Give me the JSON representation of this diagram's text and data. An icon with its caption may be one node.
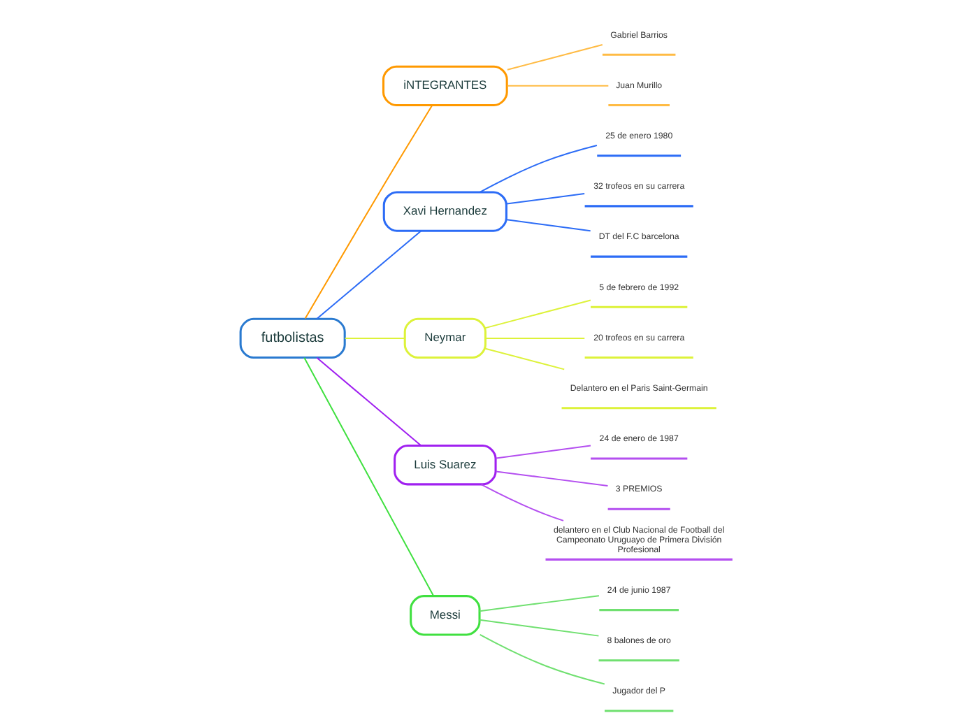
{
  "diagram": {
    "nodes": [
      {
        "text": [
          "futbolistas"
        ]
      },
      {
        "text": [
          "iNTEGRANTES"
        ]
      },
      {
        "text": [
          "Gabriel Barrios"
        ]
      },
      {
        "text": [
          "Juan Murillo"
        ]
      },
      {
        "text": [
          "Xavi Hernandez"
        ]
      },
      {
        "text": [
          "25 de enero 1980"
        ]
      },
      {
        "text": [
          "32 trofeos en su carrera"
        ]
      },
      {
        "text": [
          "DT del F.C barcelona"
        ]
      },
      {
        "text": [
          "Neymar"
        ]
      },
      {
        "text": [
          "5 de febrero de 1992"
        ]
      },
      {
        "text": [
          "20 trofeos en su carrera"
        ]
      },
      {
        "text": [
          "Delantero en el Paris Saint-Germain"
        ]
      },
      {
        "text": [
          "Luis Suarez"
        ]
      },
      {
        "text": [
          "24 de enero de 1987"
        ]
      },
      {
        "text": [
          "3 PREMIOS"
        ]
      },
      {
        "text": [
          "delantero en el Club Nacional de Football del Campeonato Uruguayo de Primera División Profesional"
        ]
      },
      {
        "text": [
          "Messi"
        ]
      },
      {
        "text": [
          "24 de junio 1987"
        ]
      },
      {
        "text": [
          "8 balones de oro"
        ]
      },
      {
        "text": [
          "Jugador del P"
        ]
      }
    ],
    "edges": [
      {
        "from": 0,
        "to": 1,
        "arrow": "none",
        "color": "#ff9900"
      },
      {
        "from": 1,
        "to": 2,
        "arrow": "none",
        "color": "#ffbb44"
      },
      {
        "from": 1,
        "to": 3,
        "arrow": "none",
        "color": "#ffbb44"
      },
      {
        "from": 0,
        "to": 4,
        "arrow": "none",
        "color": "#2c6cf6"
      },
      {
        "from": 4,
        "to": 5,
        "arrow": "none",
        "color": "#2c6cf6"
      },
      {
        "from": 4,
        "to": 6,
        "arrow": "none",
        "color": "#2c6cf6"
      },
      {
        "from": 4,
        "to": 7,
        "arrow": "none",
        "color": "#2c6cf6"
      },
      {
        "from": 0,
        "to": 8,
        "arrow": "none",
        "color": "#ddf23a"
      },
      {
        "from": 8,
        "to": 9,
        "arrow": "none",
        "color": "#ddf23a"
      },
      {
        "from": 8,
        "to": 10,
        "arrow": "none",
        "color": "#ddf23a"
      },
      {
        "from": 8,
        "to": 11,
        "arrow": "none",
        "color": "#ddf23a"
      },
      {
        "from": 0,
        "to": 12,
        "arrow": "none",
        "color": "#a020f0"
      },
      {
        "from": 12,
        "to": 13,
        "arrow": "none",
        "color": "#b44ff0"
      },
      {
        "from": 12,
        "to": 14,
        "arrow": "none",
        "color": "#b44ff0"
      },
      {
        "from": 12,
        "to": 15,
        "arrow": "none",
        "color": "#b44ff0"
      },
      {
        "from": 0,
        "to": 16,
        "arrow": "none",
        "color": "#40e040"
      },
      {
        "from": 16,
        "to": 17,
        "arrow": "none",
        "color": "#70e070"
      },
      {
        "from": 16,
        "to": 18,
        "arrow": "none",
        "color": "#70e070"
      },
      {
        "from": 16,
        "to": 19,
        "arrow": "none",
        "color": "#70e070"
      }
    ]
  }
}
